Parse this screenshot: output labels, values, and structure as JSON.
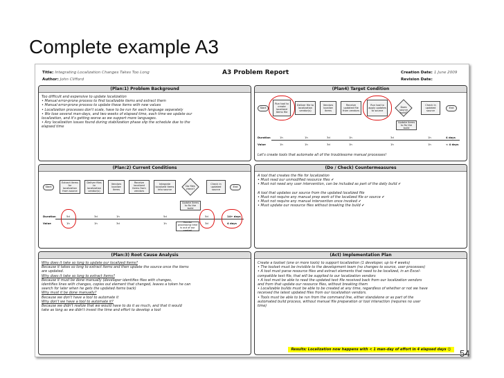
{
  "slide_title": "Complete example A3",
  "page_number": "54",
  "a3": {
    "title_label": "Title:",
    "title_value": "Integrating Localization Changes Takes Too Long",
    "author_label": "Author:",
    "author_value": "John Clifford",
    "report_title": "A3 Problem Report",
    "creation_label": "Creation Date:",
    "creation_value": "1 June 2009",
    "revision_label": "Revision Date:"
  },
  "p1": {
    "title": "(Plan:1) Problem Background",
    "lines": [
      "Too difficult and expensive to update localization",
      "• Manual error-prone process to find localizable items and extract them",
      "• Manual error-prone process to update these items with new values",
      "• Localization processes don't scale, have to be run for each language separately",
      "• We lose several man-days, and two weeks of elapsed time, each time we update our",
      "  localization, and it's getting worse as we support more languages.",
      "• Any localization issues found during stabilization phase slip the schedule due to the",
      "  elapsed time"
    ]
  },
  "p2": {
    "title": "(Plan:2) Current Conditions",
    "start": "Start",
    "end": "End",
    "b1": "Extract items for localization from source",
    "b2": "Deliver files to localization vendor(s)",
    "b3": "Vendors localize items",
    "b4": "Receive localized items from vendors",
    "b5": "Integrate localized items into source",
    "d1": "Do files check?",
    "b6": "Check in updated source",
    "b7": "Update items to fix the build",
    "note": "Vendor processing time is out of our control",
    "duration_label": "Duration",
    "value_label": "Value",
    "durations": [
      "5d",
      "3d",
      "1h",
      "5d",
      "5d",
      "14+ days"
    ],
    "values": [
      "1h",
      "1h",
      "3d",
      "1h",
      "3d",
      "4 days"
    ]
  },
  "p3": {
    "title": "(Plan:3) Root Cause Analysis",
    "lines": [
      "Why does it take so long to update our localized items?",
      "    Because it takes so long to extract items and then update the source once the items",
      "are updated.",
      "Why does it take so long to extract items?",
      "    Because it must be done manually (developer identifies files with changes,",
      "identifies lines with changes, copies out element that changed, leaves a token he can",
      "search for later when he gets the updated items back)",
      "Why must it be done manually?",
      "    Because we don't have a tool to automate it",
      "Why don't we have a tool to automate it?",
      "    Because we didn't realize that we would have to do it as much, and that it would",
      "take as long as we didn't invest the time and effort to develop a tool"
    ]
  },
  "p4": {
    "title": "(Plan4) Target Condition",
    "start": "Start",
    "end": "End",
    "b1": "Run tool to create localized items file",
    "b2": "Deliver file to localization vendor(s)",
    "b3": "Vendors localize items",
    "b4": "Receive updated file from vendors",
    "b5": "Run tool to apply updates to source",
    "d1": "Does source build?",
    "b6": "Check in updated source",
    "b7": "Update items to fix the build",
    "duration_label": "Duration",
    "value_label": "Value",
    "durations": [
      "1h",
      "1h",
      "3d",
      "1h",
      "3d",
      "1h",
      "4 days"
    ],
    "values": [
      "1h",
      "1h",
      "3d",
      "1h",
      "1h",
      "1h",
      "< 4 days"
    ],
    "summary": "Let's create tools that automate all of the troublesome manual processes!"
  },
  "p5": {
    "title": "(Do / Check) Countermeasures",
    "lines": [
      "A tool that creates the file for localization",
      "• Must read our unmodified resource files ✔",
      "• Must not need any user intervention, can be included as part of the daily build ✔",
      "",
      "A tool that updates our source from the updated localized file",
      "• Must not require any manual prep work of the localized file or source ✔",
      "• Must not require any manual intervention once invoked ✔",
      "• Must update our resource files without breaking the build ✔"
    ]
  },
  "p6": {
    "title": "(Act) Implementation Plan",
    "lines": [
      "Create a toolset (one or more tools) to support localization (1 developer, up to 4 weeks)",
      "• The toolset must be invisible to the development team (no changes to source, user processes)",
      "• A tool must parse resource files and extract elements that need to be localized, in an Excel-",
      "  compatible text file, that will be supplied to our localization vendors",
      "• A tool must be able to read the updated text file received back from our localization vendors",
      "  and from that update our resource files, without breaking them",
      "• Localizable builds must be able to be created at any time, regardless of whether or not we have",
      "  received the latest updated files from our localization vendors.",
      "• Tools must be able to be run from the command line, either standalone or as part of the",
      "  automated build process, without manual file preparation or tool interaction (requires no user",
      "  time)"
    ],
    "highlight": "Results: Localization now happens with < 1 man-day of effort in 4 elapsed days ☺"
  }
}
